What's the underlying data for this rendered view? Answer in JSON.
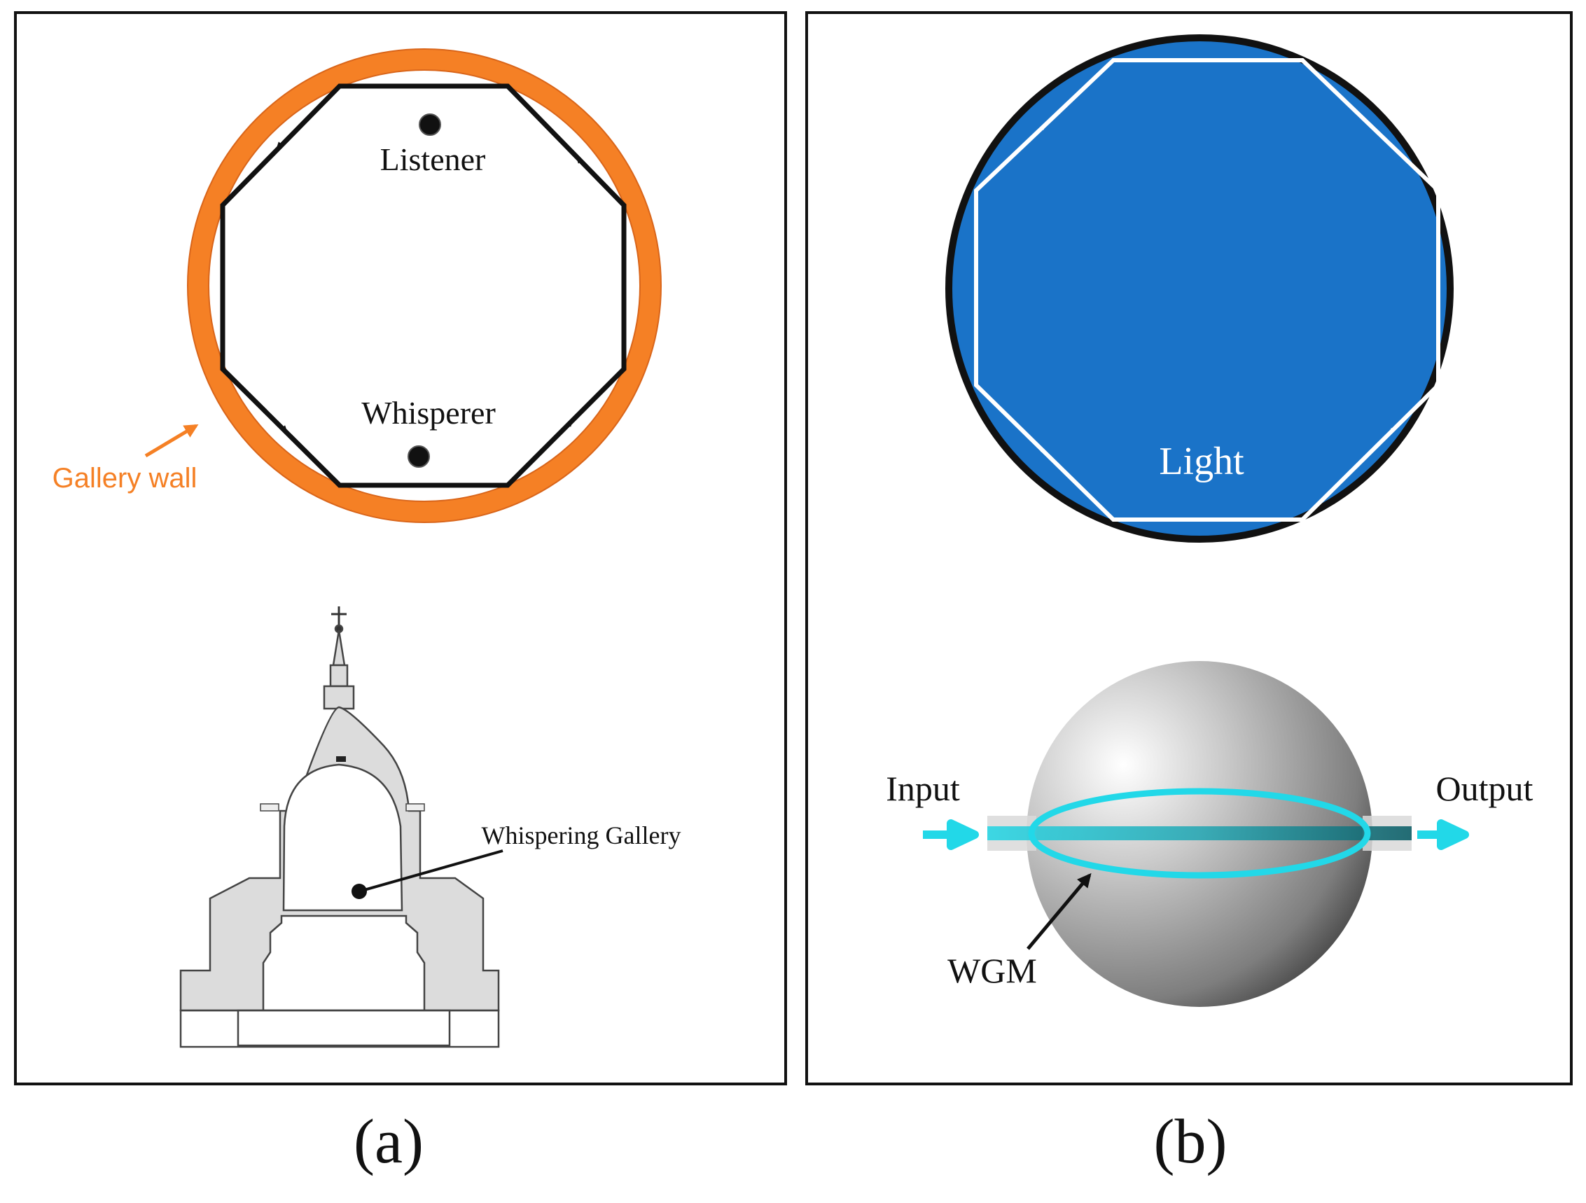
{
  "panel_a": {
    "gallery_wall_label": "Gallery wall",
    "listener_label": "Listener",
    "whisperer_label": "Whisperer",
    "whispering_gallery_label": "Whispering Gallery",
    "caption": "(a)"
  },
  "panel_b": {
    "light_label": "Light",
    "input_label": "Input",
    "output_label": "Output",
    "wgm_label": "WGM",
    "caption": "(b)"
  },
  "colors": {
    "wall": "#F58025",
    "disk": "#1A73C8",
    "wgm_ring": "#22D8E8",
    "building_fill": "#DCDCDC",
    "path_black": "#111111",
    "path_white": "#FFFFFF"
  }
}
